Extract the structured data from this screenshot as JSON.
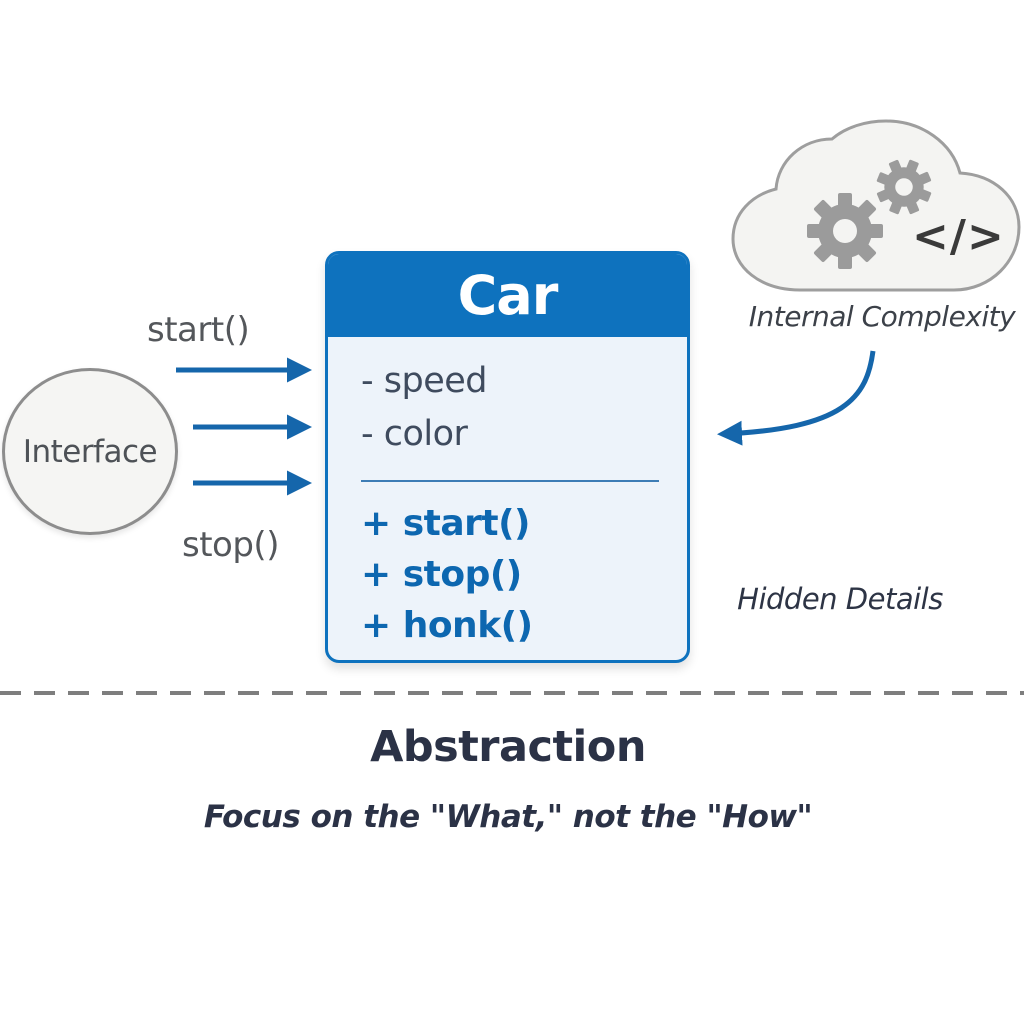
{
  "interface": {
    "label": "Interface",
    "top_method": "start()",
    "bottom_method": "stop()"
  },
  "car_class": {
    "title": "Car",
    "attributes": [
      "- speed",
      "- color"
    ],
    "methods": [
      "+ start()",
      "+ stop()",
      "+ honk()"
    ]
  },
  "cloud": {
    "code_icon": "</>",
    "label": "Internal Complexity",
    "caption": "Hidden Details"
  },
  "footer": {
    "title": "Abstraction",
    "subtitle": "Focus on the \"What,\" not the \"How\""
  },
  "colors": {
    "class_header_blue": "#0e72be",
    "method_blue": "#0d67b0",
    "arrow_blue": "#1566ab",
    "class_body_bg": "#edf3fa",
    "attribute_text": "#3f4b5e",
    "label_gray": "#54575b",
    "dark_navy_text": "#2b3246",
    "cloud_fill": "#f4f4f2",
    "cloud_stroke": "#9e9e9e",
    "gear_gray": "#9b9b9b",
    "dashed_divider_gray": "#7e7e7e"
  }
}
